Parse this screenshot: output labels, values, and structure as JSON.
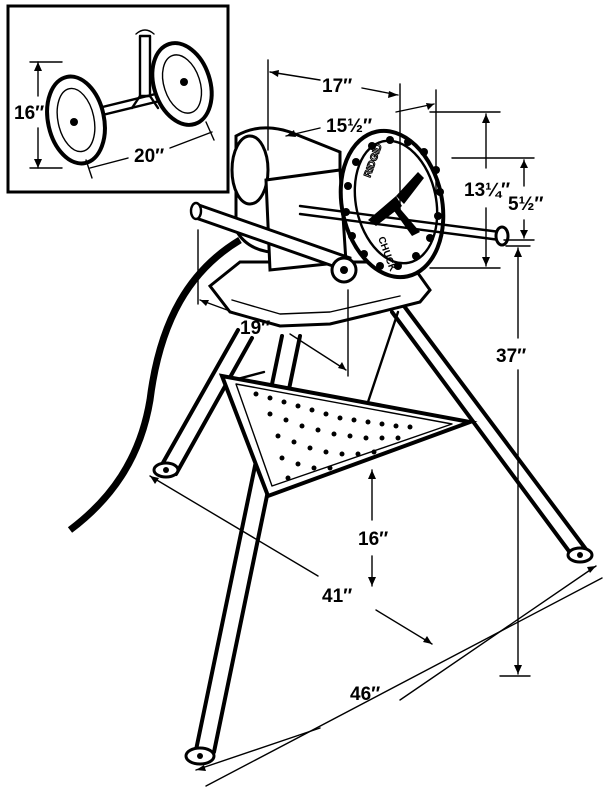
{
  "figure": {
    "subject": "pipe threading machine on tripod stand with wheel kit inset",
    "colors": {
      "ink": "#000000",
      "paper": "#ffffff"
    }
  },
  "inset": {
    "dimensions": {
      "wheel_diameter": "16″",
      "axle_width": "20″"
    }
  },
  "main": {
    "dimensions": {
      "machine_length": "17″",
      "chuck_span": "15½″",
      "chuck_height": "13¼″",
      "spindle_height": "5½″",
      "base_width": "19″",
      "overall_height": "37″",
      "shelf_height": "16″",
      "leg_span_side": "41″",
      "leg_span_front": "46″"
    },
    "chuck_text": [
      "RIDGID",
      "CHUCK"
    ]
  }
}
